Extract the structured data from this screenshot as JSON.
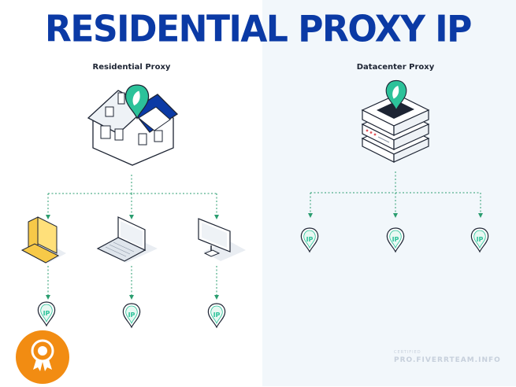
{
  "title": "RESIDENTIAL PROXY IP",
  "left": {
    "label": "Residential Proxy",
    "devices": [
      "laptop-yellow-icon",
      "laptop-icon",
      "monitor-icon"
    ],
    "ip_label": "IP"
  },
  "right": {
    "label": "Datacenter Proxy",
    "device": "server-icon",
    "ip_label": "IP"
  },
  "watermark": {
    "small": "CERTIFIED",
    "big": "PRO.FIVERRTEAM.INFO"
  },
  "colors": {
    "title": "#0b3aa5",
    "pin": "#2cc29a",
    "arrow": "#2a9d6f",
    "badge": "#f28c12"
  }
}
